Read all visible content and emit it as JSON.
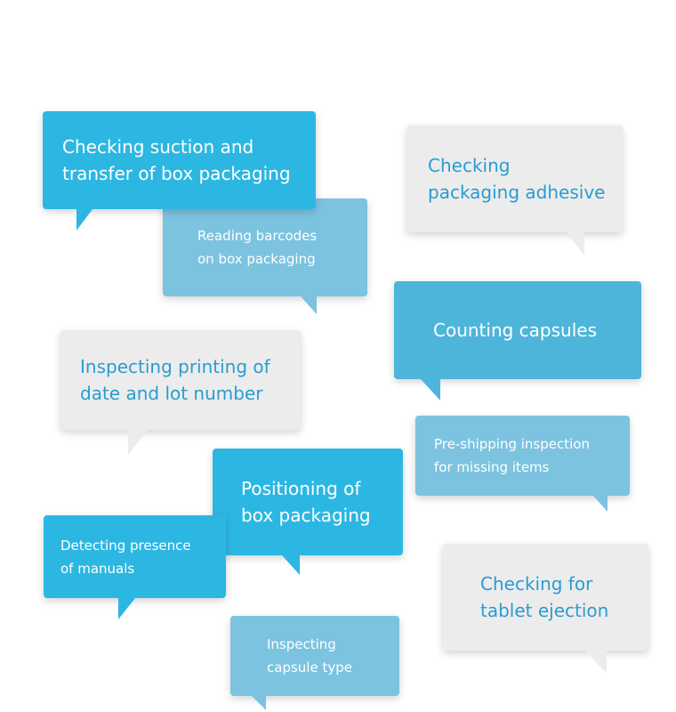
{
  "bubbles": [
    {
      "lines": [
        "Checking suction and",
        "transfer of box packaging"
      ]
    },
    {
      "lines": [
        "Checking",
        "packaging adhesive"
      ]
    },
    {
      "lines": [
        "Reading barcodes",
        "on box packaging"
      ]
    },
    {
      "lines": [
        "Counting capsules"
      ]
    },
    {
      "lines": [
        "Inspecting printing of",
        "date and lot number"
      ]
    },
    {
      "lines": [
        "Pre-shipping inspection",
        "for missing items"
      ]
    },
    {
      "lines": [
        "Positioning of",
        "box packaging"
      ]
    },
    {
      "lines": [
        "Detecting presence",
        "of manuals"
      ]
    },
    {
      "lines": [
        "Checking for",
        "tablet ejection"
      ]
    },
    {
      "lines": [
        "Inspecting",
        "capsule type"
      ]
    }
  ]
}
